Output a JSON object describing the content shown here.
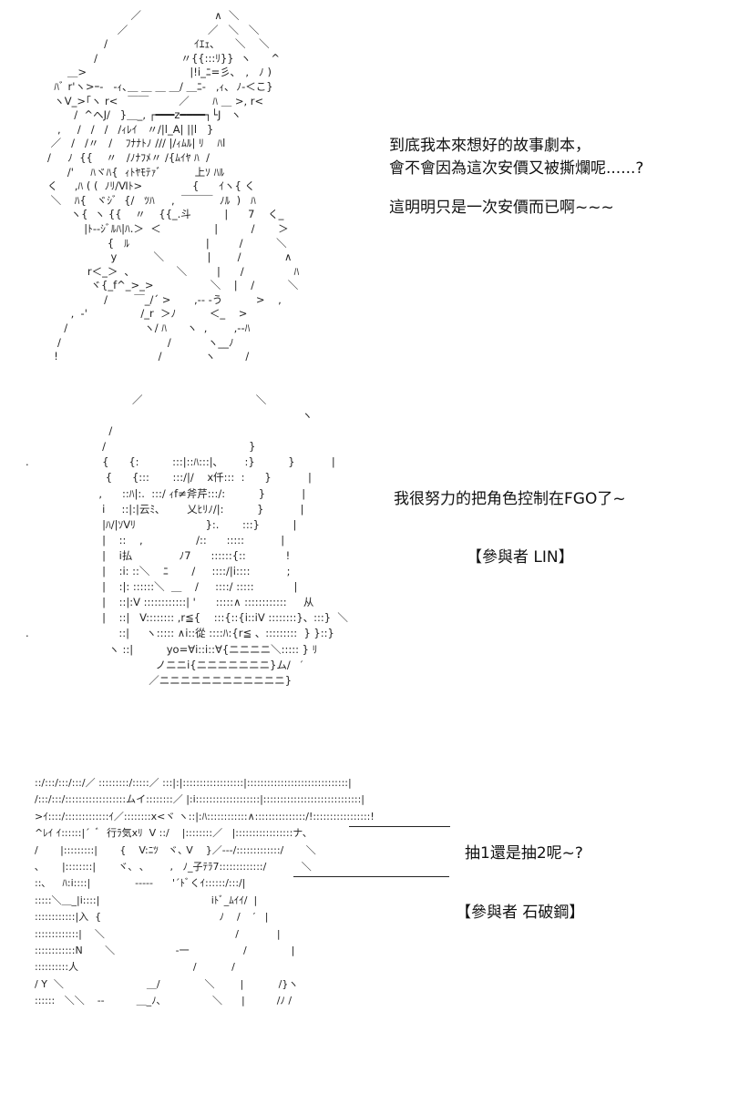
{
  "panels": [
    {
      "art_lines": [
        "                         ／                      ∧  ＼",
        "                     ／                        ／   ＼   ＼",
        "                 /                          ｲｴｪ､      ＼    ＼",
        "              /                         〃{{:::ﾘ}}  ヽ      ^",
        "      ＿>                               |!i_ﾆ=彡､   ,   ﾉ )",
        "  ﾊﾞ r'ヽ>ｰ-   -ｨ､＿ ＿ ＿ ＿/ ＿ﾆ-   ,ｨ､  ﾉ-＜こ}",
        "  ヽV_>｢ヽ r<   ￣￣         ／       ﾊ ＿ >, r<",
        "        /  ^ヘJ/   }＿_, ┌━━━z━━━━┐└J   ヽ",
        "   ,     /   /   /   /ｨﾚｲ   〃/|l_A| ||l   }",
        " ／   /   /〃   /    ﾌﾅﾅﾄﾉ /// |/ｨﾑﾙ| ﾘ    ﾊl",
        "/     ﾉ  {{    〃   /ﾉﾅﾌﾒ〃 /{ﾑｲﾔ ﾊ  /",
        "      /'     ﾊヾﾊ{  ｨﾄﾔﾓﾃｧﾞ          上ｿ ﾊﾙ",
        "く     ,ﾊ ( (  ﾉﾘ/Ⅵﾄ>               {      ｲヽ{ く",
        " ＼    ﾊ{   ヾｼﾞ  {/   ﾂﾊ     ,  ￣￣￣  ﾉﾙ  )   ﾊ",
        "       ヽ{  ヽ {{    〃    {{_.斗          |      7    く_",
        "           |ﾄ--ｼﾞﾙﾊ|ﾊ.＞  ＜                |          /       ＞",
        "                  {   ﾙ                       |         /          ＼",
        "                   y           ＼             |        /             ∧",
        "            r＜_＞  ､              ＼         |      /               ﾊ",
        "             ヾ{_f^_>_>                 ＼    |    /          ＼",
        "                 /        ￣_/´ >       ,‐‐ -う          >    ,",
        "       ,  ‐'                /_r  ＞ﾉ          ＜_    >",
        "     /                       ヽ/ ﾊ      ヽ  ,        ,‐‐ﾊ",
        "   /                                /           ヽ__ﾉ",
        "  !                              /             ヽ         /"
      ],
      "captions": [
        "到底我本來想好的故事劇本，",
        "會不會因為這次安價又被撕爛呢......?",
        "這明明只是一次安價而已啊~~~"
      ]
    },
    {
      "art_lines": [
        "                                ／                                  ＼",
        "                                                                                   ヽ",
        "                         /",
        "                       /                                           }",
        ".                      {      {:          :::|::ﾊ:::|､        :}          }           |",
        "                        {      {:::       :::/|/    x仟:::  :      }           |",
        "                      ,      ::ﾊ|:.  :::/ ｨf≠斧芹:::/:          }           |",
        "                       i     ::|:|云ﾐ､        乂ﾋﾘﾉ/|:          }           |",
        "                       |ﾊ/|ｿVﾘ                     }:.       :::}          |",
        "                       |    ::    ,                /::      :::::           |",
        "                       |    i払              ﾉ7      ::::::{::            !",
        "                       |    :i: ::＼    ﾆ       /     ::::/|i::::           ;",
        "                       |    :|: ::::::＼  ＿    /     ::::/ :::::            |",
        "                       |    ::|:V ::::::::::::| '      :::::∧ ::::::::::::     从",
        "                       |    ::|   V:::::::: ,r≦{    :::{::{i::iV ::::::::}、:::}  ＼",
        ".                           ::|     ヽ::::: ∧i::從 ::::ﾊ:{r≦ 、:::::::::  } }::}",
        "                         ヽ ::|          yo=∀i::i::∀{ニニニニ＼::::: } ﾘ",
        "                                       ノニニi{ニニニニニニニ}ム/   ′",
        "                                     ／ニニニニニニニニニニニニ}"
      ],
      "captions": [
        "我很努力的把角色控制在FGO了~",
        "【參與者  LIN】"
      ]
    },
    {
      "art_lines": [
        "::/:::/:::/:::/／ :::::::::/:::::／ :::|:|::::::::::::::::::|::::::::::::::::::::::::::::::|",
        "/:::/:::/::::::::::::::::::ムイ::::::::／ |:i:::::::::::::::::::|:::::::::::::::::::::::::::::|",
        ">ｲ::::/:::::::::::::ｲ／::::::::x<ヾ ヽ::|:ﾊ::::::::::::∧:::::::::::::::/!:::::::::::::::::!",
        "^ﾚｲ ｲ::::::|´  ﾞ  行ﾗ気xﾘ  V ::/    |::::::::／   |:::::::::::::::::ナ、",
        "/       |:::::::::|       {    V:ﾆﾂ   ヾ､ V    }／‐‐‐/:::::::::::::/       ＼",
        "､       |::::::::|       ヾ､  ､        ,   ﾉ_子ﾃﾗ7:::::::::::::/           ＼",
        "::､     ﾊ:i::::|              ‐‐‐‐‐      '´ﾄﾞくｲ::::::/:::/|",
        ":::::＼＿_|i::::|                                   iﾄﾞ_ﾑｲｲ/  |",
        "::::::::::::|入  {                                     ﾉ    /    ′   |",
        ":::::::::::::|    ＼                                         /            |",
        "::::::::::::N       ＼                   -一                 /              |",
        "::::::::::人                                    /           /",
        "/ Y  ＼                          ＿/              ＼        |           /}ヽ",
        "::::::   ＼＼    ‐-          ＿_ﾉ､                ＼      |          /ﾉ /"
      ],
      "captions": [
        "抽1還是抽2呢~?",
        "【參與者  石破鋼】"
      ]
    }
  ]
}
